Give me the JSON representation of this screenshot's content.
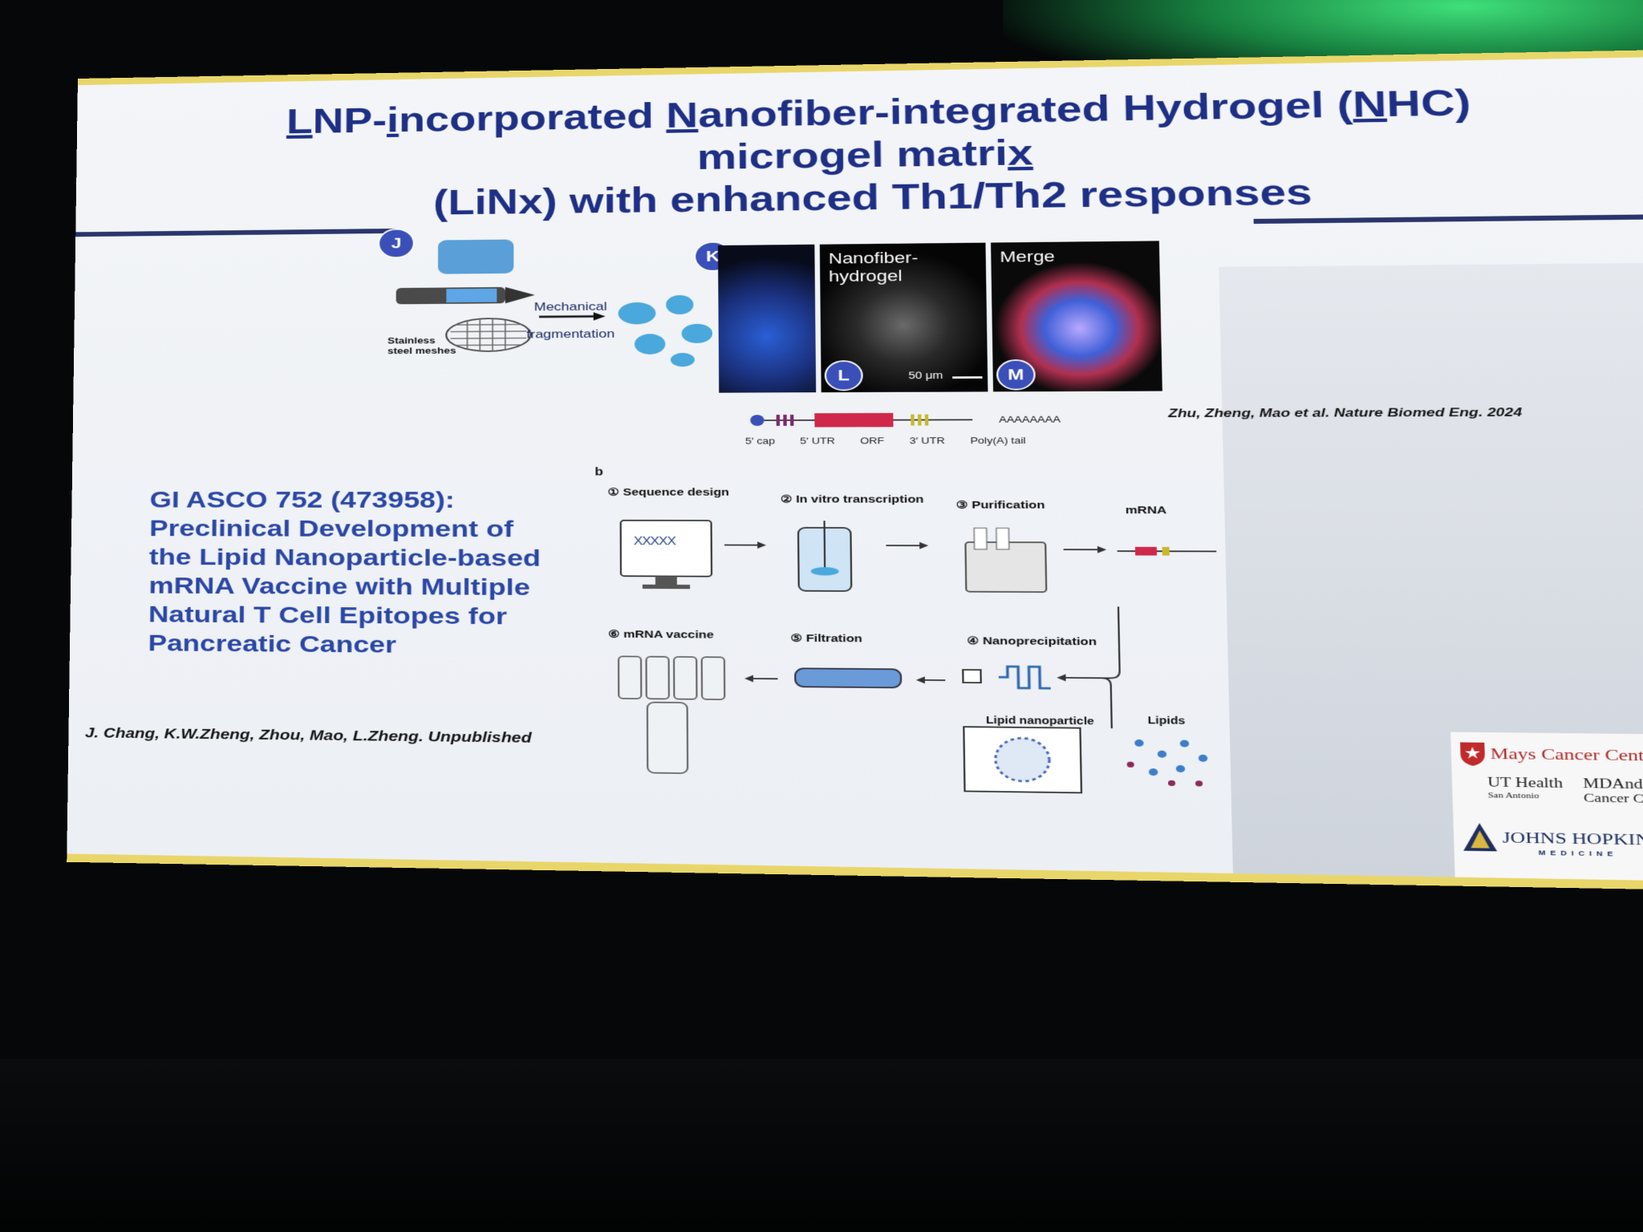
{
  "slide": {
    "title_line1_parts": [
      "L",
      "NP-",
      "i",
      "ncorporated ",
      "N",
      "anofiber-integrated Hydrogel (",
      "N",
      "HC) microgel matri",
      "x"
    ],
    "title_line2": "(LiNx)  with enhanced Th1/Th2 responses",
    "panel_badges": {
      "j": "J",
      "k": "K",
      "l": "L",
      "m": "M"
    },
    "panel_j": {
      "mesh_label": "Stainless\nsteel meshes",
      "arrow_label": "Mechanical\nfragmentation"
    },
    "panel_l_title": "Nanofiber-hydrogel",
    "panel_m_title": "Merge",
    "scale_bar": "50 μm",
    "citation_top": "Zhu, Zheng, Mao et al. Nature Biomed Eng. 2024",
    "mrna_construct": {
      "labels": [
        "5′ cap",
        "5′ UTR",
        "ORF",
        "3′ UTR",
        "Poly(A) tail"
      ],
      "tail_text": "AAAAAAAA"
    },
    "workflow": {
      "panel_letter": "b",
      "steps": [
        {
          "num": "①",
          "label": "Sequence design"
        },
        {
          "num": "②",
          "label": "In vitro transcription"
        },
        {
          "num": "③",
          "label": "Purification"
        },
        {
          "num": "④",
          "label": "Nanoprecipitation"
        },
        {
          "num": "⑤",
          "label": "Filtration"
        },
        {
          "num": "⑥",
          "label": "mRNA vaccine"
        }
      ],
      "mrna_label": "mRNA",
      "lipid_np_label": "Lipid nanoparticle",
      "lipids_label": "Lipids",
      "dna_glyph": "XXXXX"
    },
    "study_title": "GI ASCO 752 (473958): Preclinical Development of the Lipid Nanoparticle-based mRNA Vaccine with Multiple Natural T Cell Epitopes for Pancreatic Cancer",
    "authors": "J. Chang, K.W.Zheng, Zhou, Mao, L.Zheng. Unpublished",
    "logos": {
      "mays": "Mays Cancer Center",
      "ut_health": "UT Health",
      "san_antonio": "San Antonio",
      "md_anderson_1": "MDAnderson",
      "md_anderson_2": "Cancer Center",
      "jhu": "JOHNS HOPKINS",
      "jhu_sub": "MEDICINE"
    },
    "colors": {
      "title": "#1e2f86",
      "study": "#2a47a6",
      "band": "#e9d66a",
      "badge": "#3a4fb8"
    }
  }
}
